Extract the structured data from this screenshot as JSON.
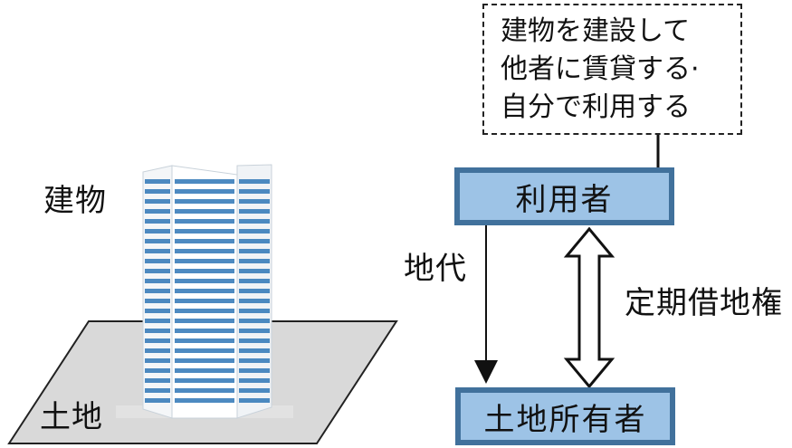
{
  "land_label": "土地",
  "building_label": "建物",
  "callout": {
    "lines": [
      "建物を建設して",
      "他者に賃貸する·",
      "自分で利用する"
    ]
  },
  "user_box": "利用者",
  "owner_box": "土地所有者",
  "rent_label": "地代",
  "lease_label": "定期借地権",
  "colors": {
    "box_fill": "#9dc3e6",
    "box_border": "#41719c",
    "land_fill": "#d9d9d9",
    "building_blue": "#2e75b6"
  }
}
